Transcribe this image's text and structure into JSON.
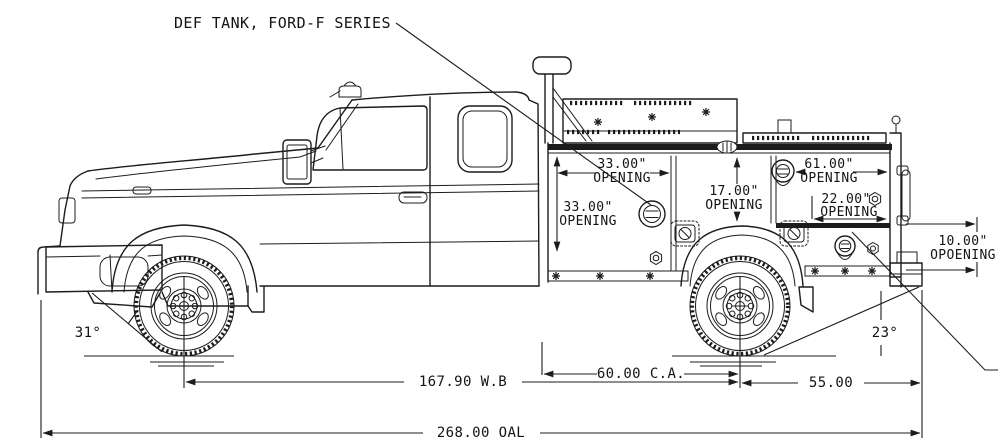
{
  "drawing": {
    "callout_def_tank": "DEF TANK, FORD-F SERIES",
    "openings": {
      "left_top": {
        "value": "33.00\"",
        "word": "OPENING"
      },
      "left_side": {
        "value": "33.00\"",
        "word": "OPENING"
      },
      "middle": {
        "value": "17.00\"",
        "word": "OPENING"
      },
      "rear_top": {
        "value": "61.00\"",
        "word": "OPENING"
      },
      "rear_small": {
        "value": "22.00\"",
        "word": "OPENING"
      },
      "rear_lower": {
        "value": "10.00\"",
        "word": "OPOENING"
      }
    },
    "dimensions": {
      "cab_to_axle": "60.00 C.A.",
      "wheelbase": "167.90 W.B",
      "rear_overhang": "55.00",
      "overall_length": "268.00 OAL",
      "approach_angle": "31°",
      "departure_angle": "23°"
    }
  }
}
